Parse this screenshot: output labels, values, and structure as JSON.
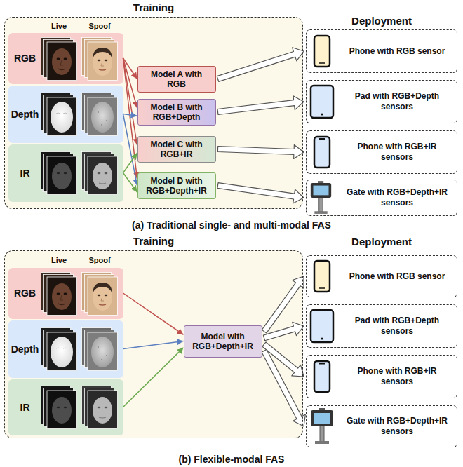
{
  "diagram": {
    "nodes": [
      {
        "text": [
          "Training"
        ]
      },
      {
        "text": [
          "RGB"
        ],
        "in": 0
      },
      {
        "text": [
          "Depth"
        ],
        "in": 0
      },
      {
        "text": [
          "IR"
        ],
        "in": 0
      },
      {
        "text": [
          "Model A with RGB"
        ],
        "in": 0
      },
      {
        "text": [
          "Model B with RGB+Depth"
        ],
        "in": 0
      },
      {
        "text": [
          "Model C with RGB+IR"
        ],
        "in": 0
      },
      {
        "text": [
          "Model D with RGB+Depth+IR"
        ],
        "in": 0
      },
      {
        "text": [
          "Phone with RGB sensor"
        ]
      },
      {
        "text": [
          "Pad with RGB+Depth sensors"
        ]
      },
      {
        "text": [
          "Phone with RGB+IR sensors"
        ]
      },
      {
        "text": [
          "Gate with RGB+Depth+IR sensors"
        ]
      },
      {
        "text": [
          "Training"
        ]
      },
      {
        "text": [
          "RGB"
        ],
        "in": 12
      },
      {
        "text": [
          "Depth"
        ],
        "in": 12
      },
      {
        "text": [
          "IR"
        ],
        "in": 12
      },
      {
        "text": [
          "Model with RGB+Depth+IR"
        ],
        "in": 12
      },
      {
        "text": [
          "Phone with RGB sensor"
        ]
      },
      {
        "text": [
          "Pad with RGB+Depth sensors"
        ]
      },
      {
        "text": [
          "Phone with RGB+IR sensors"
        ]
      },
      {
        "text": [
          "Gate with RGB+Depth+IR sensors"
        ]
      }
    ],
    "edges": [
      {
        "from": 1,
        "to": 4,
        "arrow": "to"
      },
      {
        "from": 1,
        "to": 5,
        "arrow": "to"
      },
      {
        "from": 1,
        "to": 6,
        "arrow": "to"
      },
      {
        "from": 1,
        "to": 7,
        "arrow": "to"
      },
      {
        "from": 2,
        "to": 5,
        "arrow": "to"
      },
      {
        "from": 2,
        "to": 7,
        "arrow": "to"
      },
      {
        "from": 3,
        "to": 6,
        "arrow": "to"
      },
      {
        "from": 3,
        "to": 7,
        "arrow": "to"
      },
      {
        "from": 4,
        "to": 8,
        "arrow": "to"
      },
      {
        "from": 5,
        "to": 9,
        "arrow": "to"
      },
      {
        "from": 6,
        "to": 10,
        "arrow": "to"
      },
      {
        "from": 7,
        "to": 11,
        "arrow": "to"
      },
      {
        "from": 13,
        "to": 16,
        "arrow": "to"
      },
      {
        "from": 14,
        "to": 16,
        "arrow": "to"
      },
      {
        "from": 15,
        "to": 16,
        "arrow": "to"
      },
      {
        "from": 16,
        "to": 17,
        "arrow": "to"
      },
      {
        "from": 16,
        "to": 18,
        "arrow": "to"
      },
      {
        "from": 16,
        "to": 19,
        "arrow": "to"
      },
      {
        "from": 16,
        "to": 20,
        "arrow": "to"
      }
    ],
    "labels": [
      "Live",
      "Spoof",
      "Deployment",
      "(a) Traditional single- and multi-modal FAS",
      "Live",
      "Spoof",
      "Deployment",
      "(b) Flexible-modal FAS"
    ]
  }
}
